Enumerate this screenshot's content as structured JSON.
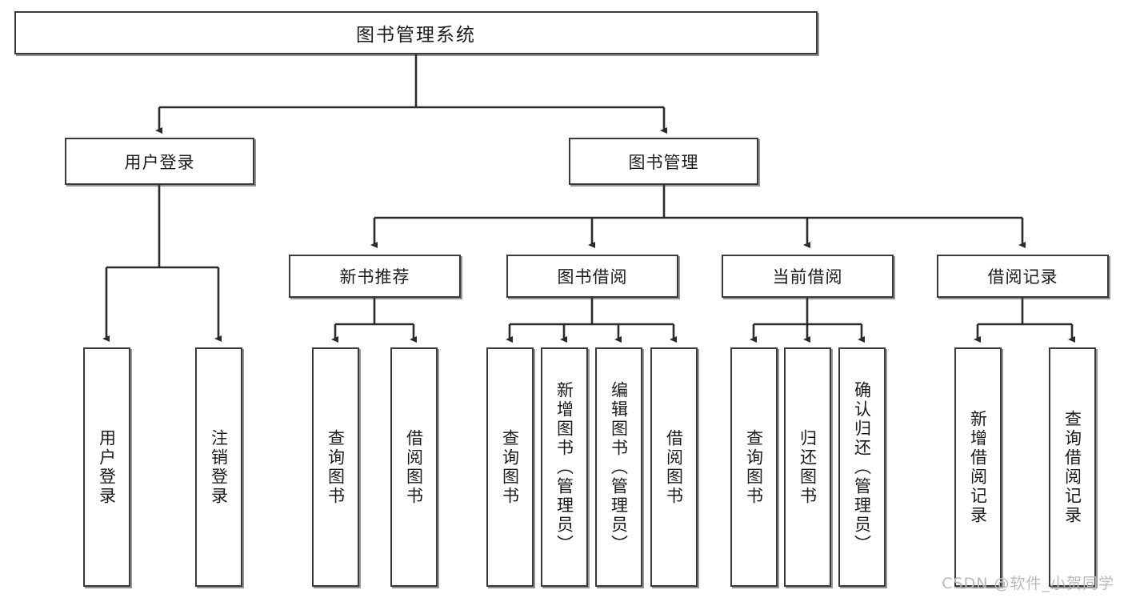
{
  "diagram": {
    "title": "图书管理系统",
    "type": "hierarchy-tree",
    "watermark": "CSDN @软件_小贺同学",
    "colors": {
      "box_border": "#3a3a3a",
      "box_fill": "#ffffff",
      "edge": "#2b2b2b",
      "text": "#1b1b1b",
      "watermark": "#b9b9b9"
    },
    "root": {
      "label": "图书管理系统"
    },
    "level2": [
      {
        "label": "用户登录"
      },
      {
        "label": "图书管理"
      }
    ],
    "level3": [
      {
        "label": "新书推荐"
      },
      {
        "label": "图书借阅"
      },
      {
        "label": "当前借阅"
      },
      {
        "label": "借阅记录"
      }
    ],
    "leaves": {
      "user_login": [
        {
          "label": "用户登录"
        },
        {
          "label": "注销登录"
        }
      ],
      "new_book_recommend": [
        {
          "label": "查询图书"
        },
        {
          "label": "借阅图书"
        }
      ],
      "book_borrow": [
        {
          "label": "查询图书"
        },
        {
          "label": "新增图书（管理员）"
        },
        {
          "label": "编辑图书（管理员）"
        },
        {
          "label": "借阅图书"
        }
      ],
      "current_borrow": [
        {
          "label": "查询图书"
        },
        {
          "label": "归还图书"
        },
        {
          "label": "确认归还（管理员）"
        }
      ],
      "borrow_record": [
        {
          "label": "新增借阅记录"
        },
        {
          "label": "查询借阅记录"
        }
      ]
    }
  }
}
